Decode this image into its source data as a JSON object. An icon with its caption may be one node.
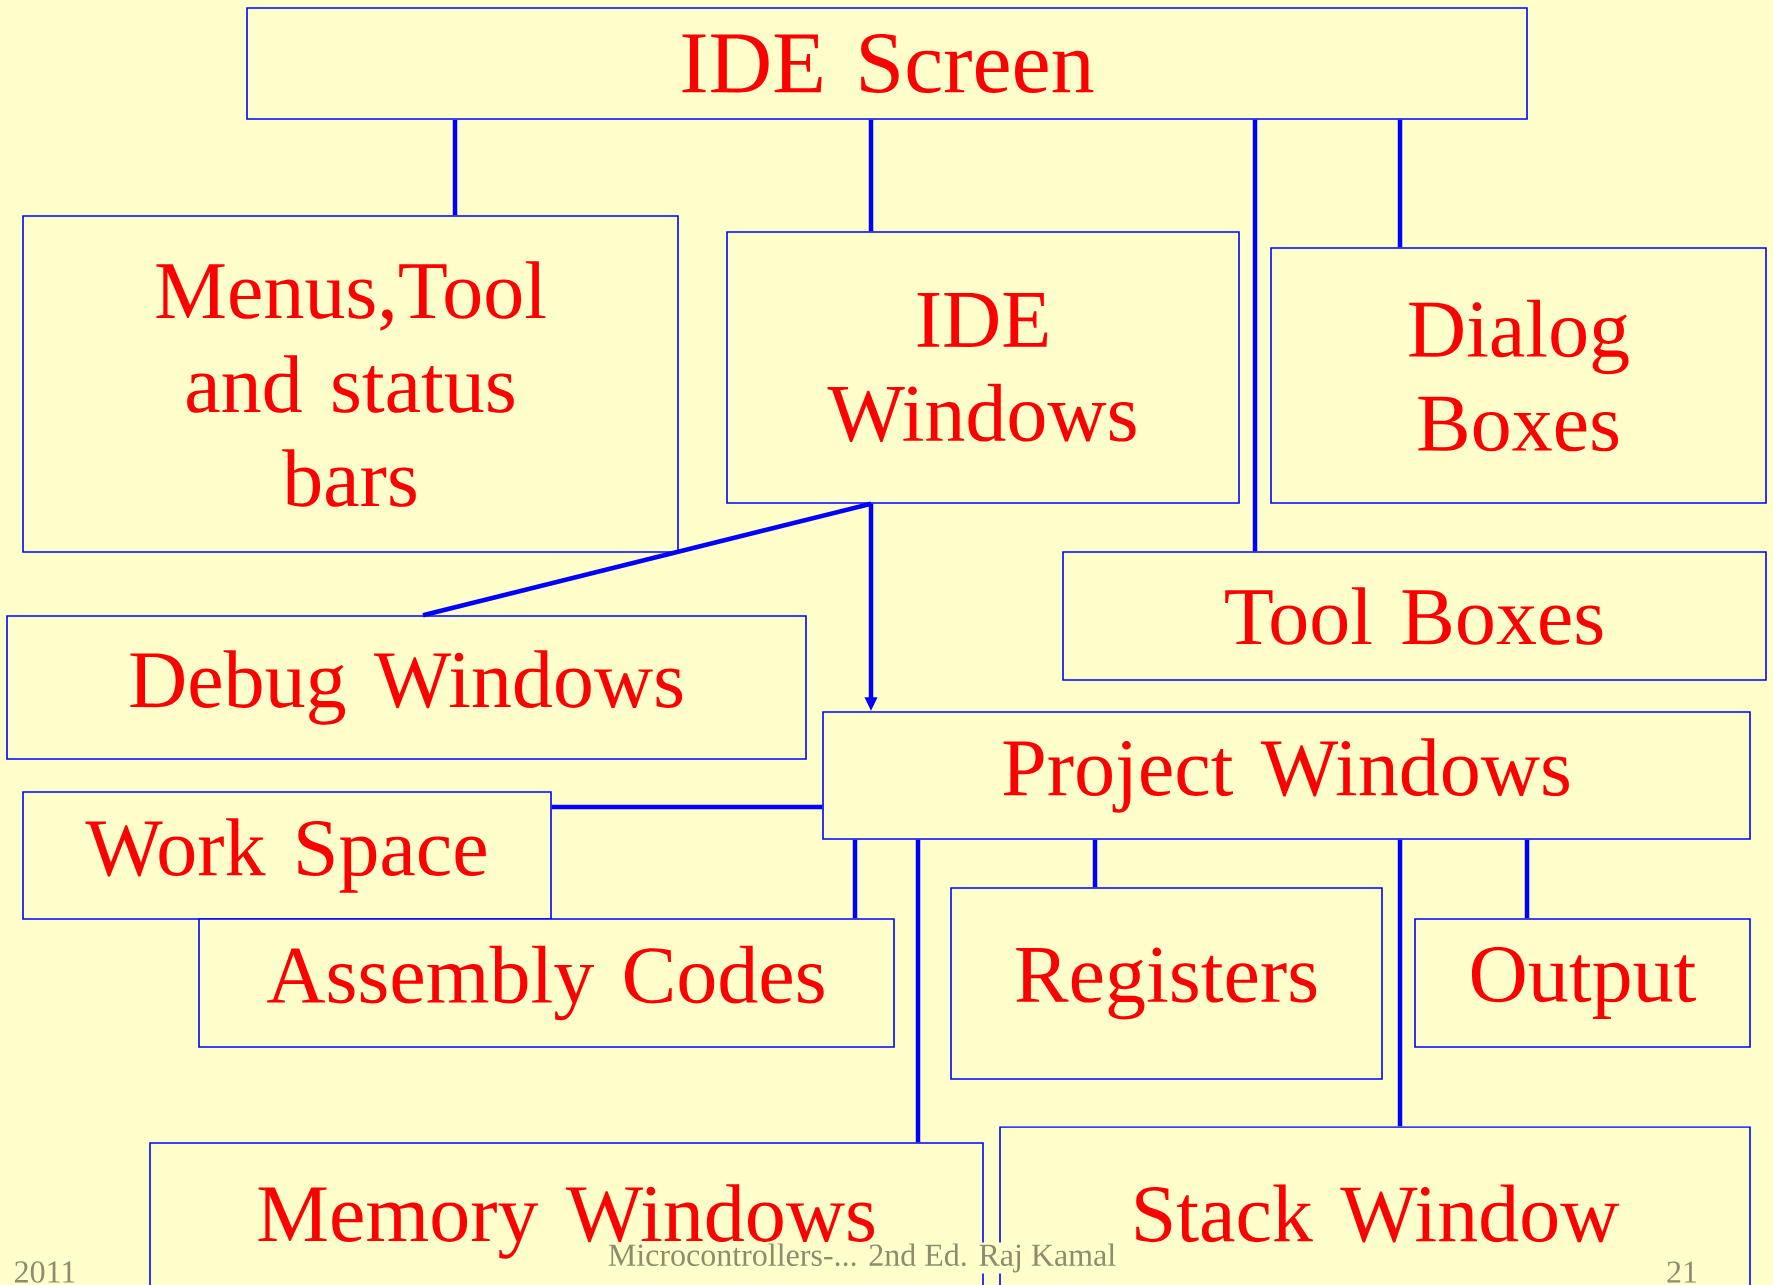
{
  "diagram": {
    "nodes": [
      {
        "text": [
          "IDE Screen"
        ]
      },
      {
        "text": [
          "Menus,Tool and status bars"
        ]
      },
      {
        "text": [
          "IDE Windows"
        ]
      },
      {
        "text": [
          "Dialog Boxes"
        ]
      },
      {
        "text": [
          "Tool Boxes"
        ]
      },
      {
        "text": [
          "Debug Windows"
        ]
      },
      {
        "text": [
          "Project Windows"
        ]
      },
      {
        "text": [
          "Work Space"
        ]
      },
      {
        "text": [
          "Assembly Codes"
        ]
      },
      {
        "text": [
          "Registers"
        ]
      },
      {
        "text": [
          "Output"
        ]
      },
      {
        "text": [
          "Memory Windows"
        ]
      },
      {
        "text": [
          "Stack Window"
        ]
      }
    ],
    "edges": [
      {
        "from": 0,
        "to": 1,
        "arrow": "none"
      },
      {
        "from": 0,
        "to": 2,
        "arrow": "none"
      },
      {
        "from": 0,
        "to": 4,
        "arrow": "none"
      },
      {
        "from": 0,
        "to": 3,
        "arrow": "none"
      },
      {
        "from": 2,
        "to": 5,
        "arrow": "none"
      },
      {
        "from": 2,
        "to": 6,
        "arrow": "to"
      },
      {
        "from": 6,
        "to": 7,
        "arrow": "none"
      },
      {
        "from": 6,
        "to": 8,
        "arrow": "none"
      },
      {
        "from": 6,
        "to": 11,
        "arrow": "none"
      },
      {
        "from": 6,
        "to": 9,
        "arrow": "none"
      },
      {
        "from": 6,
        "to": 12,
        "arrow": "none"
      },
      {
        "from": 6,
        "to": 10,
        "arrow": "none"
      }
    ],
    "labels": [
      "2011",
      "Microcontrollers-... 2nd Ed. Raj Kamal",
      "21"
    ]
  }
}
